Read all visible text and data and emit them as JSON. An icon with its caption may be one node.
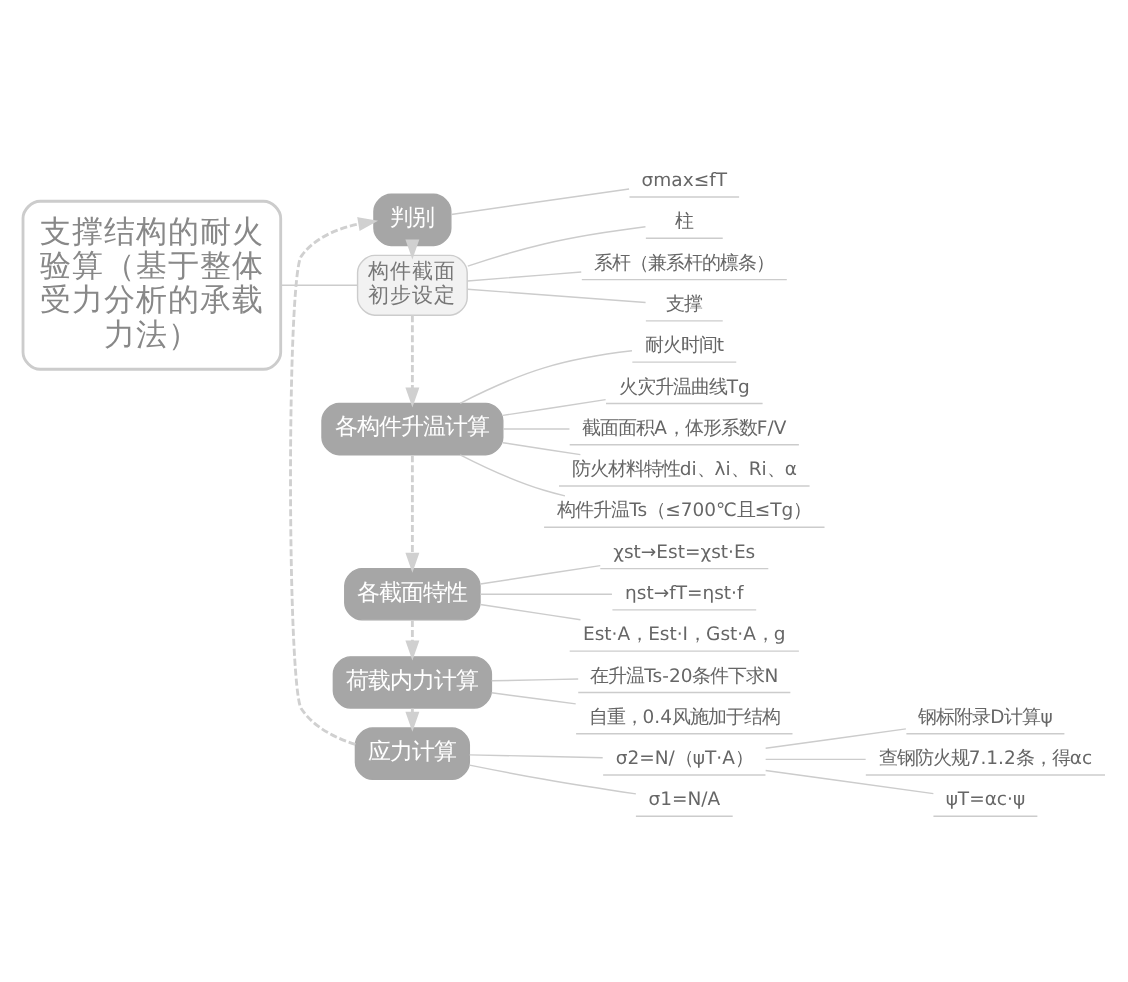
{
  "diagram": {
    "nodes": [
      {
        "text": [
          "支撑结构的耐火验算（基于整体受力分析的承载力法）"
        ]
      },
      {
        "text": [
          "构件截面初步设定"
        ]
      },
      {
        "text": [
          "柱"
        ]
      },
      {
        "text": [
          "系杆（兼系杆的檩条）"
        ]
      },
      {
        "text": [
          "支撑"
        ]
      },
      {
        "text": [
          "各构件升温计算"
        ]
      },
      {
        "text": [
          "耐火时间t"
        ]
      },
      {
        "text": [
          "火灾升温曲线Tg"
        ]
      },
      {
        "text": [
          "截面面积A，体形系数F/V"
        ]
      },
      {
        "text": [
          "防火材料特性di、λi、Ri、α"
        ]
      },
      {
        "text": [
          "构件升温Ts（≤700℃且≤Tg）"
        ]
      },
      {
        "text": [
          "各截面特性"
        ]
      },
      {
        "text": [
          "χst→Est=χst·Es"
        ]
      },
      {
        "text": [
          "ηst→fT=ηst·f"
        ]
      },
      {
        "text": [
          "Est·A，Est·I，Gst·A，g"
        ]
      },
      {
        "text": [
          "荷载内力计算"
        ]
      },
      {
        "text": [
          "自重，0.4风施加于结构"
        ]
      },
      {
        "text": [
          "在升温Ts-20条件下求N"
        ]
      },
      {
        "text": [
          "应力计算"
        ]
      },
      {
        "text": [
          "σ1=N/A"
        ]
      },
      {
        "text": [
          "σ2=N/（ψT·A）"
        ]
      },
      {
        "text": [
          "钢标附录D计算ψ"
        ]
      },
      {
        "text": [
          "查钢防火规7.1.2条，得αc"
        ]
      },
      {
        "text": [
          "ψT=αc·ψ"
        ]
      },
      {
        "text": [
          "判别"
        ]
      },
      {
        "text": [
          "σmax≤fT"
        ]
      }
    ],
    "edges": [
      {
        "from": 0,
        "to": 1,
        "arrow": "none"
      },
      {
        "from": 1,
        "to": 2,
        "arrow": "none"
      },
      {
        "from": 1,
        "to": 3,
        "arrow": "none"
      },
      {
        "from": 1,
        "to": 4,
        "arrow": "none"
      },
      {
        "from": 1,
        "to": 5,
        "arrow": "to",
        "style": "dashed"
      },
      {
        "from": 5,
        "to": 6,
        "arrow": "none"
      },
      {
        "from": 5,
        "to": 7,
        "arrow": "none"
      },
      {
        "from": 5,
        "to": 8,
        "arrow": "none"
      },
      {
        "from": 5,
        "to": 9,
        "arrow": "none"
      },
      {
        "from": 5,
        "to": 10,
        "arrow": "none"
      },
      {
        "from": 5,
        "to": 11,
        "arrow": "to",
        "style": "dashed"
      },
      {
        "from": 11,
        "to": 12,
        "arrow": "none"
      },
      {
        "from": 11,
        "to": 13,
        "arrow": "none"
      },
      {
        "from": 11,
        "to": 14,
        "arrow": "none"
      },
      {
        "from": 11,
        "to": 15,
        "arrow": "to",
        "style": "dashed"
      },
      {
        "from": 15,
        "to": 16,
        "arrow": "none"
      },
      {
        "from": 15,
        "to": 17,
        "arrow": "none"
      },
      {
        "from": 15,
        "to": 18,
        "arrow": "to",
        "style": "dashed"
      },
      {
        "from": 18,
        "to": 19,
        "arrow": "none"
      },
      {
        "from": 18,
        "to": 20,
        "arrow": "none"
      },
      {
        "from": 20,
        "to": 21,
        "arrow": "none"
      },
      {
        "from": 20,
        "to": 22,
        "arrow": "none"
      },
      {
        "from": 20,
        "to": 23,
        "arrow": "none"
      },
      {
        "from": 18,
        "to": 24,
        "arrow": "to",
        "style": "dashed"
      },
      {
        "from": 24,
        "to": 25,
        "arrow": "none"
      },
      {
        "from": 24,
        "to": 1,
        "arrow": "to",
        "style": "dashed"
      }
    ]
  }
}
